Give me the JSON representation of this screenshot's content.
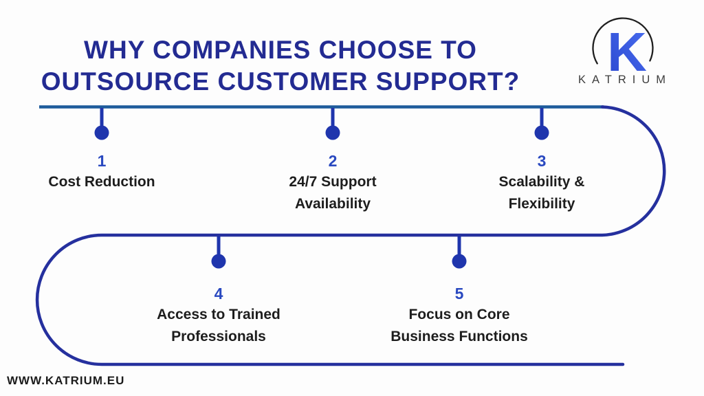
{
  "title": {
    "line1": "WHY COMPANIES CHOOSE TO",
    "line2": "OUTSOURCE CUSTOMER SUPPORT?"
  },
  "logo": {
    "letter": "K",
    "brand": "KATRIUM"
  },
  "items": [
    {
      "number": "1",
      "line1": "Cost Reduction",
      "line2": ""
    },
    {
      "number": "2",
      "line1": "24/7 Support",
      "line2": "Availability"
    },
    {
      "number": "3",
      "line1": "Scalability &",
      "line2": "Flexibility"
    },
    {
      "number": "4",
      "line1": "Access to Trained",
      "line2": "Professionals"
    },
    {
      "number": "5",
      "line1": "Focus on Core",
      "line2": "Business Functions"
    }
  ],
  "footer": {
    "website": "WWW.KATRIUM.EU"
  },
  "colors": {
    "title_navy": "#232b92",
    "top_line_steel_blue": "#1d5b9b",
    "curve_indigo": "#25309e",
    "dot_blue": "#1f35ad",
    "number_blue": "#2a49c0",
    "label_black": "#1d1d1d",
    "logo_k_blue_start": "#2a47cf",
    "logo_k_blue_end": "#4a6ef0",
    "logo_arc_black": "#1f1f1f",
    "logo_wordmark_gray": "#3d3d3d",
    "background": "#fdfdfd"
  }
}
